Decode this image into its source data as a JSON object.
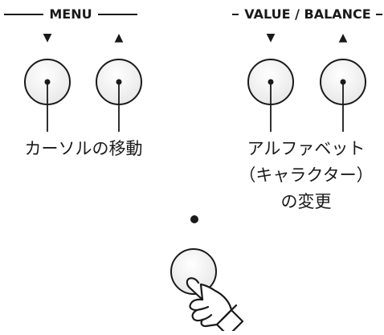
{
  "menu_group": {
    "label": "MENU",
    "down_arrow": "▼",
    "up_arrow": "▲",
    "caption": "カーソルの移動"
  },
  "value_group": {
    "label": "VALUE / BALANCE",
    "down_arrow": "▼",
    "up_arrow": "▲",
    "caption_lines": [
      "アルファベット",
      "（キャラクター）",
      "の変更"
    ]
  },
  "action_button": {
    "hand_icon": "pointing-hand-icon",
    "indicator": "dot"
  },
  "colors": {
    "ink": "#1a1a1a",
    "button_fill": "#f4f4f4",
    "background": "#ffffff"
  }
}
